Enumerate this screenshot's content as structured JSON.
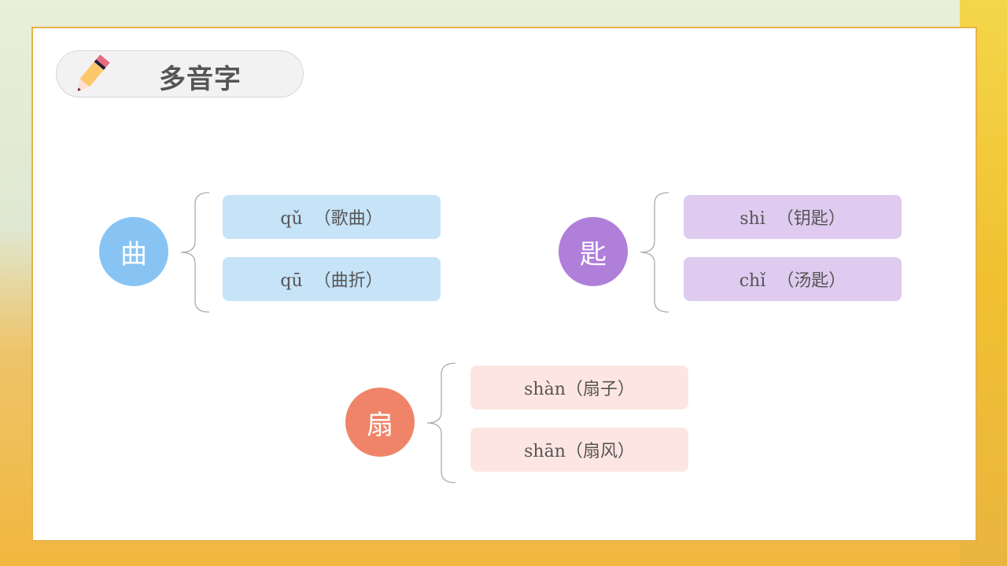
{
  "title": "多音字",
  "colors": {
    "blue": "#88c4f3",
    "blue_box": "#c6e3f8",
    "purple": "#b07fd9",
    "purple_box": "#dfcbf0",
    "red": "#ef8469",
    "red_box": "#fde6e1",
    "border": "#e8b24a"
  },
  "groups": [
    {
      "char": "曲",
      "readings": [
        "qǔ  （歌曲）",
        "qū  （曲折）"
      ]
    },
    {
      "char": "匙",
      "readings": [
        "shi  （钥匙）",
        "chǐ  （汤匙）"
      ]
    },
    {
      "char": "扇",
      "readings": [
        "shàn（扇子）",
        "shān（扇风）"
      ]
    }
  ]
}
